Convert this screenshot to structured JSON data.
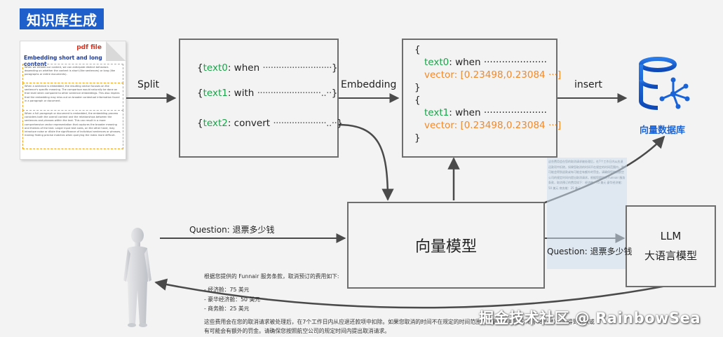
{
  "title": "知识库生成",
  "pdf": {
    "label": "pdf file",
    "heading": "Embedding short and long content",
    "chunks": [
      "When we embed our content, we can anticipate distinct behaviors depending on whether the content is short (like sentences) or long (like paragraphs or entire documents).",
      "When a sentence is embedded, the resulting vector focuses on the sentence's specific meaning. The comparison would naturally be done on that level when compared to other sentence embeddings. This also implies that the embedding may miss out on broader contextual information found in a paragraph or document.",
      "When a full paragraph or document is embedded, the embedding process considers both the overall context and the relationships between the sentences and phrases within the text. This can result in a more comprehensive vector representation that captures the broader meaning and themes of the text. Larger input text sizes, on the other hand, may introduce noise or dilute the significance of individual sentences or phrases, making finding precise matches when querying the index more difficult."
    ]
  },
  "split_label": "Split",
  "embedding_label": "Embedding",
  "insert_label": "insert",
  "chunks_box": [
    {
      "open": "{",
      "key": "text0",
      "rest": ": when ",
      "dots": "··························",
      "close": "}"
    },
    {
      "open": "{",
      "key": "text1",
      "rest": ": with ",
      "dots": "························..··",
      "close": "}"
    },
    {
      "open": "{",
      "key": "text2",
      "rest": ": convert ",
      "dots": "····················..··",
      "close": "}"
    }
  ],
  "vectors_box": {
    "entries": [
      {
        "key": "text0",
        "rest": ": when ·····················",
        "vector_label": "vector: ",
        "vector_value": "[0.23498,0.23084 ···]"
      },
      {
        "key": "text1",
        "rest": ": when ·····················",
        "vector_label": "vector: ",
        "vector_value": "[0.23498,0.23084 ···]"
      }
    ],
    "open": "{",
    "close": "}"
  },
  "db_label": "向量数据库",
  "vector_model_label": "向量模型",
  "llm": {
    "line1": "LLM",
    "line2": "大语言模型"
  },
  "question_left": "Question: 退票多少钱",
  "question_right": "Question: 退票多少钱",
  "faint_context": "这些费用会在您的取消请求被处理后，在7个工作日内从应退还款项中扣除。如果您取消的时间不在规定的时间范围内，则可能会得到退款或有可能会有额外的罚金。请确保您按照航空公司的规定时间内提出取消请求。根据您提供的 Funnair 服务条款，取消预订的费用如下：经济舱：75 美元 豪华经济舱：50 美元 商务舱：25 美元",
  "answer": {
    "intro": "根据您提供的 Funnair 服务条款，取消预订的费用如下:",
    "items": [
      "- 经济舱：75 美元",
      "- 豪华经济舱：50 美元",
      "- 商务舱：25 美元"
    ],
    "outro": "这些费用会在您的取消请求被处理后，在7个工作日内从应退还款项中扣除。如果您取消的时间不在规定的时间范围内（最低在航班起飞前48小时），会得到退款或有可能会有额外的罚金。请确保您按照航空公司的规定时间内提出取消请求。"
  },
  "watermark": "掘金技术社区 @ RainbowSea",
  "colors": {
    "accent": "#1f5fcc",
    "green": "#1aa34a",
    "orange": "#f08a2c",
    "db_blue": "#1a63d6"
  }
}
